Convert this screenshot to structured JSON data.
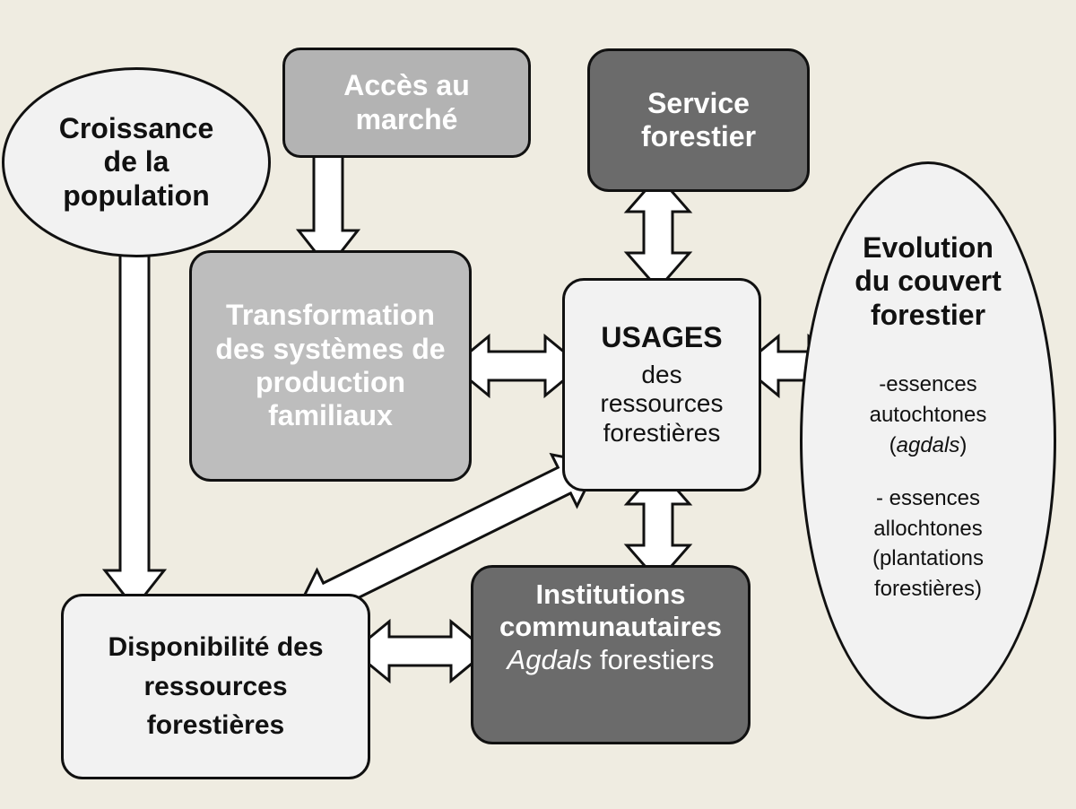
{
  "nodes": {
    "croissance": {
      "lines": [
        "Croissance",
        "de la",
        "population"
      ]
    },
    "acces": {
      "lines": [
        "Accès au",
        "marché"
      ]
    },
    "service": {
      "lines": [
        "Service",
        "forestier"
      ]
    },
    "transformation": {
      "lines": [
        "Transformation",
        "des systèmes de",
        "production",
        "familiaux"
      ]
    },
    "usages": {
      "title": "USAGES",
      "lines": [
        "des",
        "ressources",
        "forestières"
      ]
    },
    "evolution": {
      "title_lines": [
        "Evolution",
        "du couvert",
        "forestier"
      ],
      "list1": [
        "-essences",
        "autochtones",
        "(",
        "agdals",
        ")"
      ],
      "list2": [
        "- essences",
        "allochtones",
        "(plantations",
        "forestières)"
      ]
    },
    "disponibilite": {
      "lines": [
        "Disponibilité des",
        "ressources",
        "forestières"
      ]
    },
    "institutions": {
      "lines": [
        "Institutions",
        "communautaires"
      ],
      "italic": "Agdals",
      "rest": " forestiers"
    }
  },
  "colors": {
    "background": "#efece1",
    "light_fill": "#f2f2f2",
    "medium_fill": "#bdbdbd",
    "dark_fill": "#6b6b6b",
    "outline": "#111111"
  }
}
